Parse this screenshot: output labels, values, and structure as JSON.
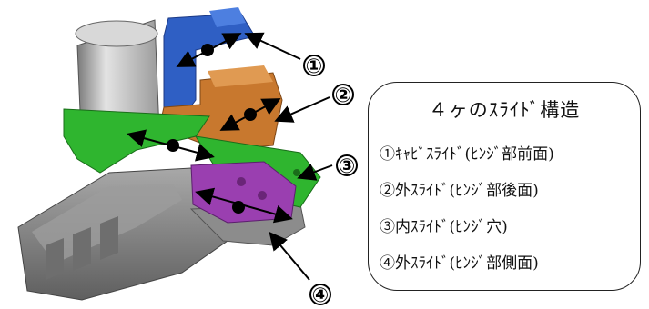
{
  "callouts": [
    "①",
    "②",
    "③",
    "④"
  ],
  "legend": {
    "title": "４ヶのｽﾗｲﾄﾞ構造",
    "items": [
      "①ｷｬﾋﾞｽﾗｲﾄﾞ(ﾋﾝｼﾞ部前面)",
      "②外ｽﾗｲﾄﾞ(ﾋﾝｼﾞ部後面)",
      "③内ｽﾗｲﾄﾞ(ﾋﾝｼﾞ穴)",
      "④外ｽﾗｲﾄﾞ(ﾋﾝｼﾞ部側面)"
    ]
  },
  "colors": {
    "slide1": "#2f5fc4",
    "slide2": "#c8782e",
    "slide3": "#2fb52f",
    "slide4": "#9a3fb0",
    "body": "#8a8a8a",
    "core": "#bdbdbd"
  }
}
